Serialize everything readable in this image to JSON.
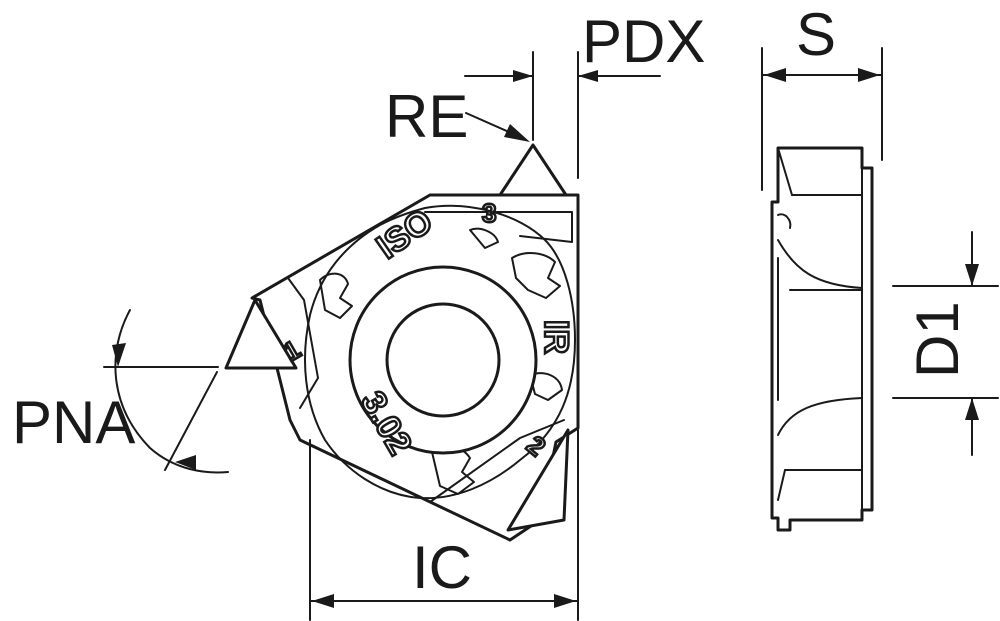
{
  "labels": {
    "pdx": "PDX",
    "s": "S",
    "re": "RE",
    "pna": "PNA",
    "d1": "D1",
    "ic": "IC"
  },
  "insert_markings": {
    "iso": "ISO",
    "code": "3.02",
    "ir": "IR",
    "corner_1": "1",
    "corner_2": "2",
    "corner_3": "3"
  }
}
